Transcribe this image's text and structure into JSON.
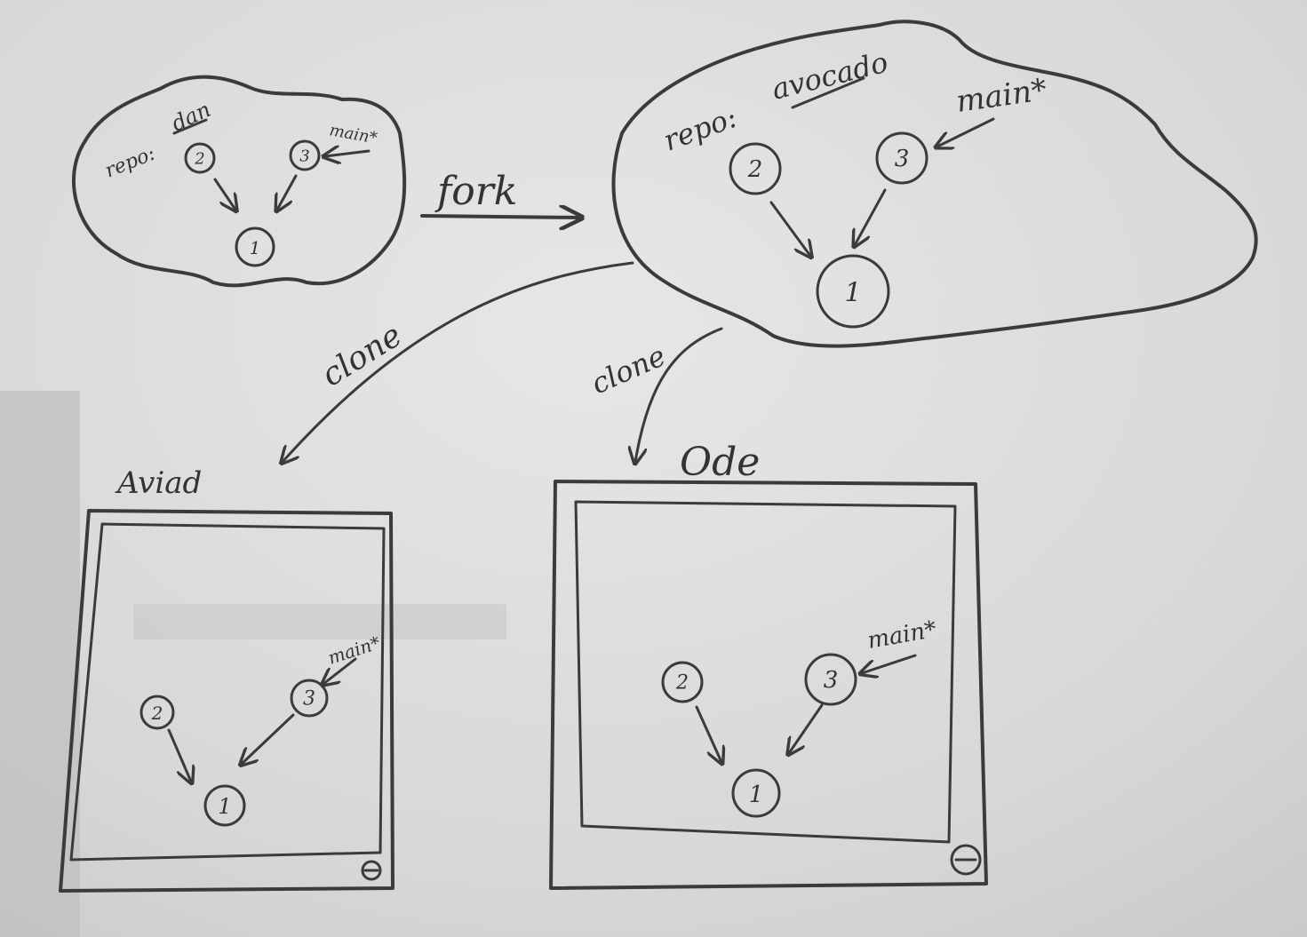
{
  "diagram": {
    "fork_label": "fork",
    "clone_label_left": "clone",
    "clone_label_right": "clone",
    "original_repo": {
      "repo_prefix": "repo:",
      "repo_name": "dan",
      "branch": "main*",
      "commits": [
        "1",
        "2",
        "3"
      ]
    },
    "forked_repo": {
      "repo_prefix": "repo:",
      "repo_name": "avocado",
      "branch": "main*",
      "commits": [
        "1",
        "2",
        "3"
      ]
    },
    "local_left": {
      "owner": "Aviad",
      "branch": "main*",
      "commits": [
        "1",
        "2",
        "3"
      ],
      "power_symbol": "⊖"
    },
    "local_right": {
      "owner": "Ode",
      "branch": "main*",
      "commits": [
        "1",
        "2",
        "3"
      ],
      "power_symbol": "⊖"
    }
  }
}
